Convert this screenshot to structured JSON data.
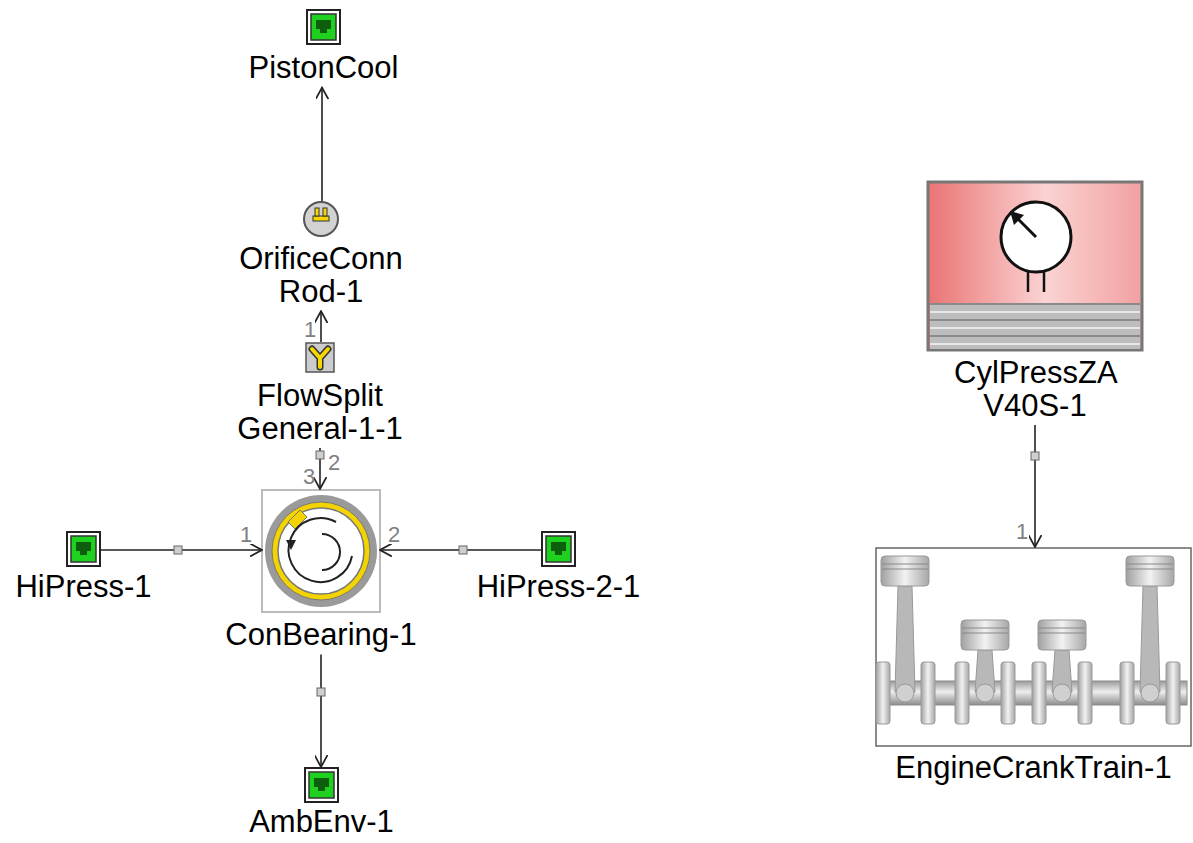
{
  "diagram": {
    "nodes": [
      {
        "text": [
          "PistonCool"
        ]
      },
      {
        "text": [
          "OrificeConn Rod-1"
        ]
      },
      {
        "text": [
          "FlowSplit General-1-1"
        ]
      },
      {
        "text": [
          "HiPress-1"
        ]
      },
      {
        "text": [
          "ConBearing-1"
        ]
      },
      {
        "text": [
          "HiPress-2-1"
        ]
      },
      {
        "text": [
          "AmbEnv-1"
        ]
      },
      {
        "text": [
          "CylPressZA V40S-1"
        ]
      },
      {
        "text": [
          "EngineCrankTrain-1"
        ]
      }
    ],
    "edges": [
      {
        "from": 2,
        "to": 1,
        "arrow": "to"
      },
      {
        "from": 1,
        "to": 0,
        "arrow": "to"
      },
      {
        "from": 2,
        "to": 4,
        "arrow": "to"
      },
      {
        "from": 3,
        "to": 4,
        "arrow": "to"
      },
      {
        "from": 5,
        "to": 4,
        "arrow": "to"
      },
      {
        "from": 4,
        "to": 6,
        "arrow": "to"
      },
      {
        "from": 7,
        "to": 8,
        "arrow": "to"
      }
    ],
    "labels": [
      "1",
      "2",
      "3",
      "1",
      "2",
      "1"
    ]
  }
}
